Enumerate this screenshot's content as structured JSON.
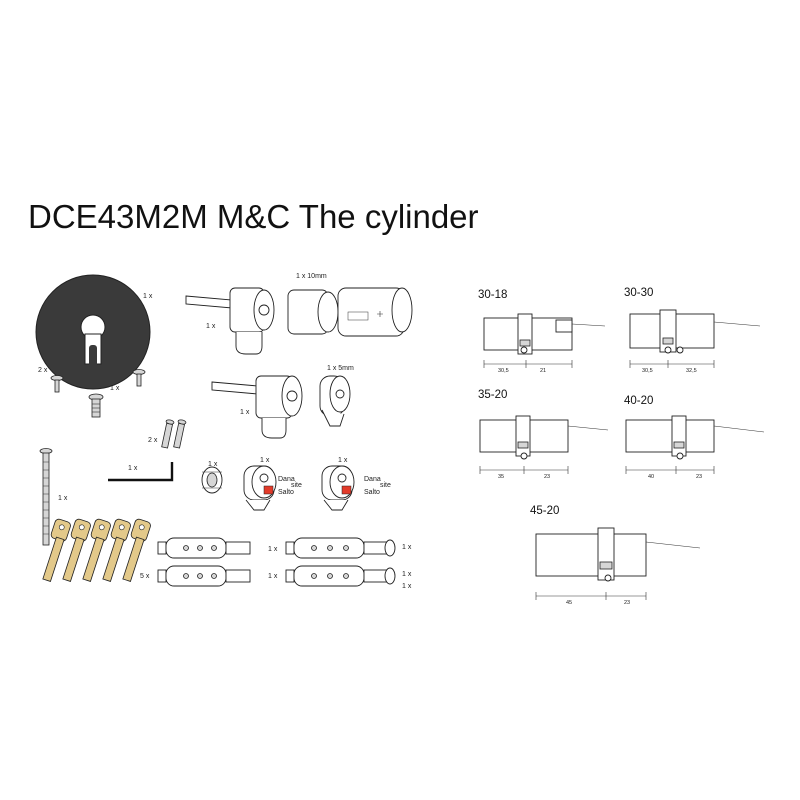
{
  "title": "DCE43M2M M&C The cylinder",
  "parts": {
    "rosette_qty": "1 x",
    "screw_small_qty": "2 x",
    "screw_single_qty": "1 x",
    "long_bolt_qty": "1 x",
    "cam_top_qty": "1 x",
    "cam_top_label": "1 x 10mm",
    "cam_mid_qty": "1 x",
    "cam_mid_label": "1 x 5mm",
    "hex_screws_qty": "2 x",
    "wrench_qty": "1 x",
    "clutch_small_qty": "1 x",
    "clutch_a_qty": "1 x",
    "clutch_b_qty": "1 x",
    "dana_text": "Dana",
    "salto_text": "Salto",
    "site_text": "site",
    "pin_a_qty": "1 x",
    "pin_b_qty": "1 x",
    "pin_c_qty": "5 x",
    "pin_d_qty": "1 x",
    "pin_e_qty": "1 x",
    "pin_f_qty": "1 x"
  },
  "variants": [
    {
      "name": "30-18",
      "dim_left": "30,5",
      "dim_right": "21"
    },
    {
      "name": "30-30",
      "dim_left": "30,5",
      "dim_right": "32,5"
    },
    {
      "name": "35-20",
      "dim_left": "35",
      "dim_right": "23"
    },
    {
      "name": "40-20",
      "dim_left": "40",
      "dim_right": "23"
    },
    {
      "name": "45-20",
      "dim_left": "45",
      "dim_right": "23"
    }
  ],
  "colors": {
    "rosette": "#3a3a3a",
    "key_brass": "#e3c98a",
    "salto_red": "#e23b2a"
  }
}
